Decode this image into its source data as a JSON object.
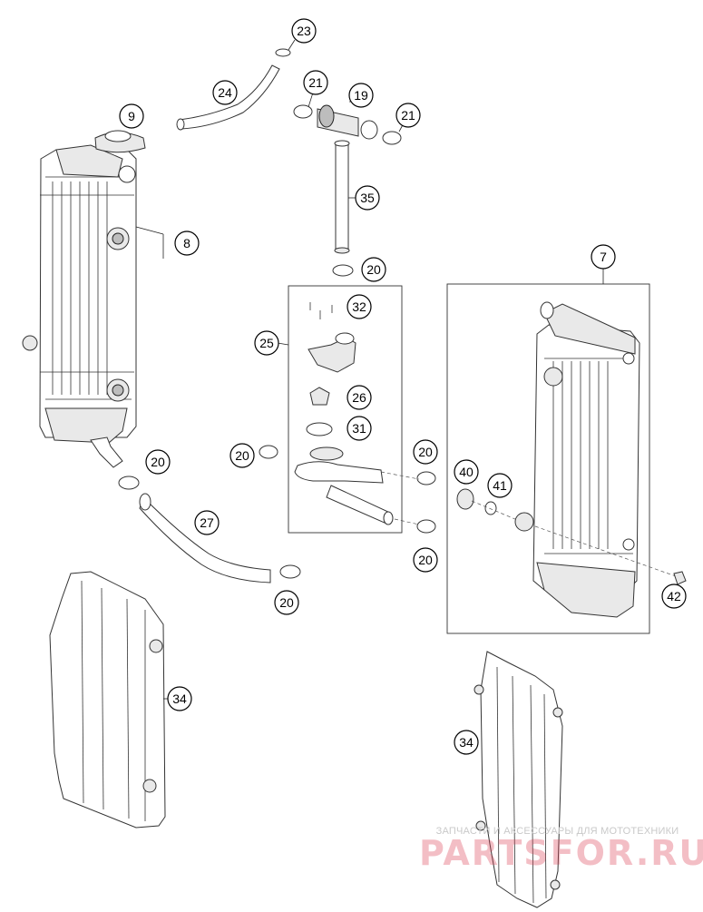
{
  "diagram": {
    "callouts": {
      "c23": "23",
      "c24": "24",
      "c21a": "21",
      "c19": "19",
      "c21b": "21",
      "c9": "9",
      "c35": "35",
      "c8": "8",
      "c20a": "20",
      "c32": "32",
      "c25": "25",
      "c7": "7",
      "c26": "26",
      "c31": "31",
      "c20b": "20",
      "c20c": "20",
      "c40": "40",
      "c41": "41",
      "c20d": "20",
      "c27": "27",
      "c20e": "20",
      "c20f": "20",
      "c42": "42",
      "c34a": "34",
      "c34b": "34"
    }
  },
  "watermark": {
    "caption": "ЗАПЧАСТИ И АКСЕССУАРЫ ДЛЯ МОТОТЕХНИКИ",
    "logo": "PARTSFOR.RU"
  }
}
